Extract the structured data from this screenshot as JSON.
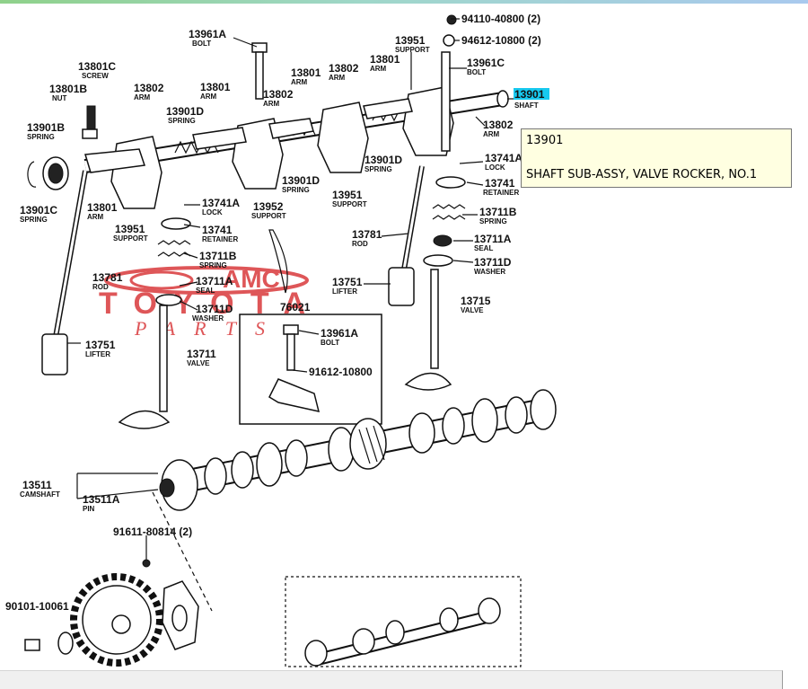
{
  "highlight_color": "#17c9ef",
  "tooltip": {
    "part_no": "13901",
    "description": "SHAFT SUB-ASSY, VALVE ROCKER, NO.1"
  },
  "watermark": {
    "line1": "AMC",
    "line2": "TOYOTA",
    "line3": "PARTS",
    "color": "#d9393b"
  },
  "labels": [
    {
      "id": "13901",
      "num": "13901",
      "sub": "SHAFT",
      "highlight": true
    },
    {
      "id": "94110",
      "num": "94110-40800 (2)",
      "sub": ""
    },
    {
      "id": "94612",
      "num": "94612-10800 (2)",
      "sub": ""
    },
    {
      "id": "13961a-top",
      "num": "13961A",
      "sub": "BOLT"
    },
    {
      "id": "13951-top",
      "num": "13951",
      "sub": "SUPPORT"
    },
    {
      "id": "13801-top",
      "num": "13801",
      "sub": "ARM"
    },
    {
      "id": "13961c",
      "num": "13961C",
      "sub": "BOLT"
    },
    {
      "id": "13801c",
      "num": "13801C",
      "sub": "SCREW"
    },
    {
      "id": "13801b",
      "num": "13801B",
      "sub": "NUT"
    },
    {
      "id": "13802-a",
      "num": "13802",
      "sub": "ARM"
    },
    {
      "id": "13801-b",
      "num": "13801",
      "sub": "ARM"
    },
    {
      "id": "13801-c",
      "num": "13801",
      "sub": "ARM"
    },
    {
      "id": "13802-d",
      "num": "13802",
      "sub": "ARM"
    },
    {
      "id": "13802-e",
      "num": "13802",
      "sub": "ARM"
    },
    {
      "id": "13802-right",
      "num": "13802",
      "sub": "ARM"
    },
    {
      "id": "13901b",
      "num": "13901B",
      "sub": "SPRING"
    },
    {
      "id": "13901d-a",
      "num": "13901D",
      "sub": "SPRING"
    },
    {
      "id": "13741a-right",
      "num": "13741A",
      "sub": "LOCK"
    },
    {
      "id": "13741-right",
      "num": "13741",
      "sub": "RETAINER"
    },
    {
      "id": "13711b-right",
      "num": "13711B",
      "sub": "SPRING"
    },
    {
      "id": "13711a-right",
      "num": "13711A",
      "sub": "SEAL"
    },
    {
      "id": "13711d-right",
      "num": "13711D",
      "sub": "WASHER"
    },
    {
      "id": "13715",
      "num": "13715",
      "sub": "VALVE"
    },
    {
      "id": "13781-right",
      "num": "13781",
      "sub": "ROD"
    },
    {
      "id": "13751-right",
      "num": "13751",
      "sub": "LIFTER"
    },
    {
      "id": "13901d-b",
      "num": "13901D",
      "sub": "SPRING"
    },
    {
      "id": "13901d-c",
      "num": "13901D",
      "sub": "SPRING"
    },
    {
      "id": "13951-mid",
      "num": "13951",
      "sub": "SUPPORT"
    },
    {
      "id": "13952",
      "num": "13952",
      "sub": "SUPPORT"
    },
    {
      "id": "13901c",
      "num": "13901C",
      "sub": "SPRING"
    },
    {
      "id": "13801-left",
      "num": "13801",
      "sub": "ARM"
    },
    {
      "id": "13951-left",
      "num": "13951",
      "sub": "SUPPORT"
    },
    {
      "id": "13741a-left",
      "num": "13741A",
      "sub": "LOCK"
    },
    {
      "id": "13741-left",
      "num": "13741",
      "sub": "RETAINER"
    },
    {
      "id": "13711b-left",
      "num": "13711B",
      "sub": "SPRING"
    },
    {
      "id": "13781-left",
      "num": "13781",
      "sub": "ROD"
    },
    {
      "id": "13711a-left",
      "num": "13711A",
      "sub": "SEAL"
    },
    {
      "id": "13711d-left",
      "num": "13711D",
      "sub": "WASHER"
    },
    {
      "id": "13751-left",
      "num": "13751",
      "sub": "LIFTER"
    },
    {
      "id": "13711",
      "num": "13711",
      "sub": "VALVE"
    },
    {
      "id": "76021",
      "num": "76021",
      "sub": ""
    },
    {
      "id": "13961a-inset",
      "num": "13961A",
      "sub": "BOLT"
    },
    {
      "id": "91612",
      "num": "91612-10800",
      "sub": ""
    },
    {
      "id": "13511",
      "num": "13511",
      "sub": "CAMSHAFT"
    },
    {
      "id": "13511a",
      "num": "13511A",
      "sub": "PIN"
    },
    {
      "id": "91611",
      "num": "91611-80814 (2)",
      "sub": ""
    },
    {
      "id": "90101",
      "num": "90101-10061",
      "sub": ""
    }
  ]
}
